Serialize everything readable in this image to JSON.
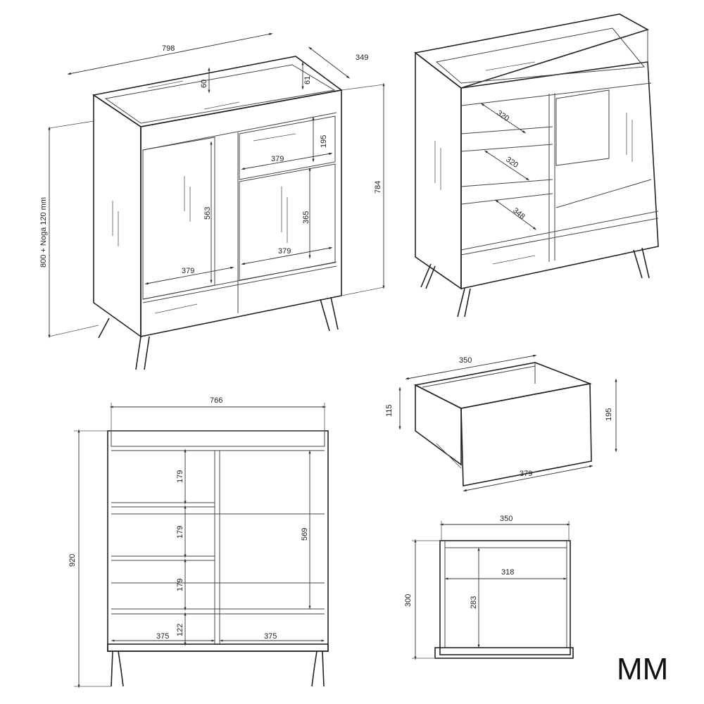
{
  "unit_label": "MM",
  "perspective_front": {
    "width": "798",
    "depth": "349",
    "top_rail": "60",
    "top_rail_right": "61",
    "drawer_height": "195",
    "drawer_width": "379",
    "door_left_height": "563",
    "door_right_height": "365",
    "door_right_width": "379",
    "door_left_width": "379",
    "height": "784",
    "total_height": "800 + Noga 120 mm"
  },
  "perspective_open": {
    "shelf_depth_1": "320",
    "shelf_depth_2": "320",
    "shelf_depth_3": "348"
  },
  "front_elevation": {
    "width": "766",
    "height": "920",
    "shelf_1": "179",
    "shelf_2": "179",
    "shelf_3": "179",
    "right_compartment": "569",
    "bottom": "122",
    "bottom_left_width": "375",
    "bottom_right_width": "375"
  },
  "drawer": {
    "depth": "350",
    "box_height": "115",
    "front_height": "195",
    "front_width": "379"
  },
  "side_section": {
    "depth": "350",
    "inner_depth": "318",
    "inner_height": "283",
    "height": "300"
  }
}
